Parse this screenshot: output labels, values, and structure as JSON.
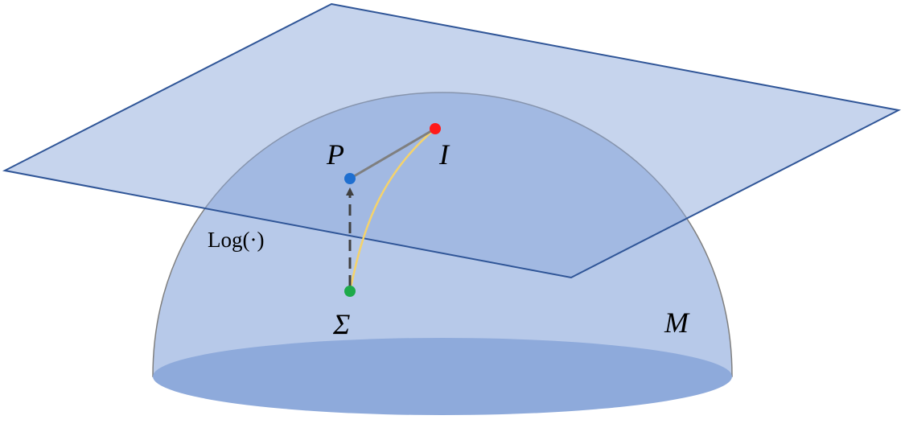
{
  "labels": {
    "point_p": "P",
    "point_i": "I",
    "point_sigma": "Σ",
    "manifold": "M",
    "log_map": "Log(·)"
  },
  "colors": {
    "manifold_fill": "#b7c9e9",
    "manifold_stroke": "#7f7f7f",
    "base_ellipse": "#8eaadb",
    "plane_fill": "#8eaadb",
    "plane_stroke": "#2f5597",
    "point_p": "#1f6fd0",
    "point_i": "#ff1a1a",
    "point_sigma": "#1daa4a",
    "geodesic": "#f5d36b",
    "segment_pi": "#7f7f7f",
    "arrow": "#404040"
  }
}
